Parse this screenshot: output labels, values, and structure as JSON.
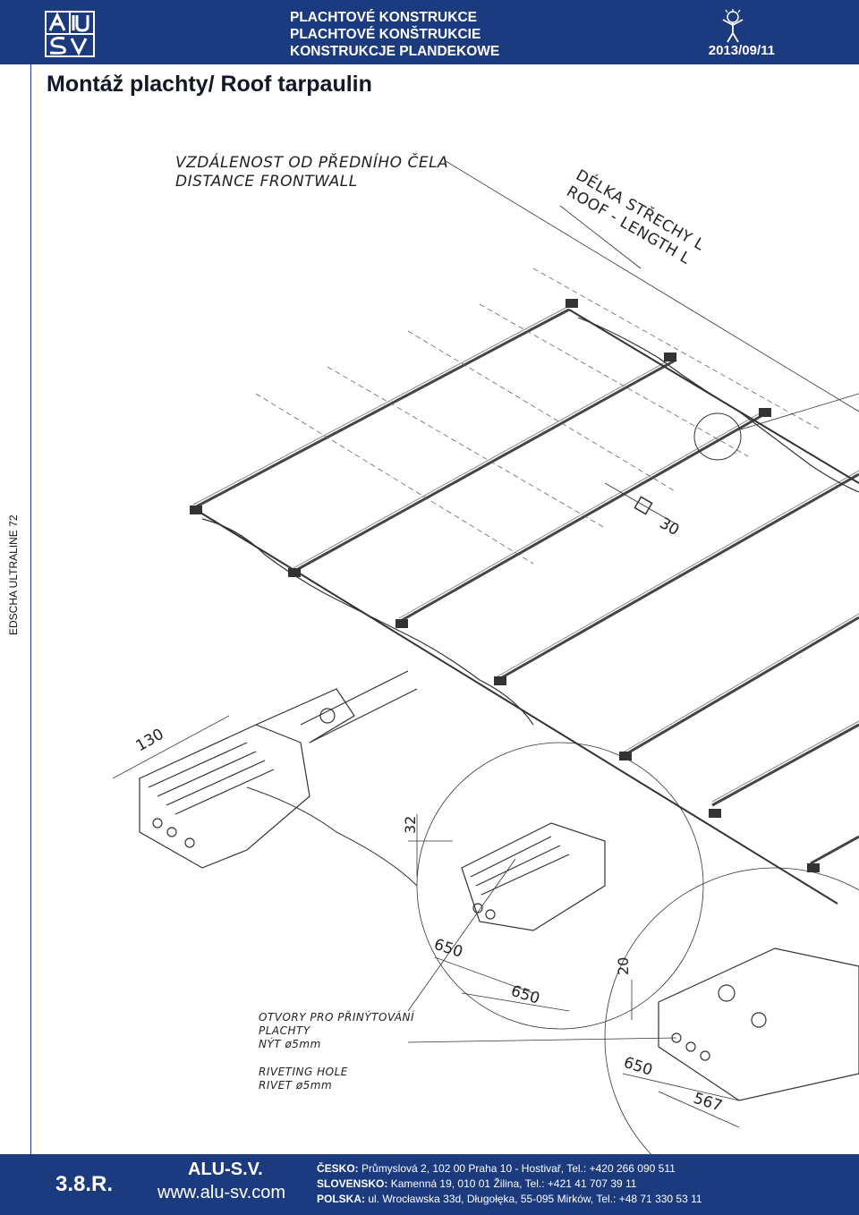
{
  "header": {
    "line1": "PLACHTOVÉ KONSTRUKCE",
    "line2": "PLACHTOVÉ KONŠTRUKCIE",
    "line3": "KONSTRUKCJE PLANDEKOWE",
    "date": "2013/09/11",
    "logo_icon": "alu-sv-logo",
    "mascot_icon": "mascot-icon"
  },
  "title": "Montáž plachty/ Roof tarpaulin",
  "side_label": "EDSCHA ULTRALINE 72",
  "labels": {
    "distance_cz": "VZDÁLENOST OD PŘEDNÍHO ČELA",
    "distance_en": "DISTANCE FRONTWALL",
    "roof_cz": "DÉLKA STŘECHY L",
    "roof_en": "ROOF - LENGTH L",
    "square_30": "30",
    "dim_130": "130",
    "dim_32": "32",
    "dim_650a": "650",
    "dim_650b": "650",
    "dim_20": "20",
    "dim_650c": "650",
    "dim_567": "567",
    "holes_cz_1": "OTVORY PRO PŘINÝTOVÁNÍ",
    "holes_cz_2": "PLACHTY",
    "holes_cz_3": "NÝT ø5mm",
    "holes_en_1": "RIVETING HOLE",
    "holes_en_2": "RIVET ø5mm"
  },
  "footer": {
    "page": "3.8.R.",
    "company": "ALU-S.V.",
    "web": "www.alu-sv.com",
    "cz_label": "ČESKO:",
    "cz_addr": "Průmyslová 2, 102 00 Praha 10 - Hostivař, Tel.: +420 266 090 511",
    "sk_label": "SLOVENSKO:",
    "sk_addr": "Kamenná 19, 010 01 Žilina,  Tel.: +421 41 707 39 11",
    "pl_label": "POLSKA:",
    "pl_addr": "ul. Wrocławska 33d, Długołęka, 55-095 Mirków, Tel.: +48 71 330 53 11"
  },
  "colors": {
    "brand_blue": "#1c3a7e",
    "ink": "#222222"
  }
}
